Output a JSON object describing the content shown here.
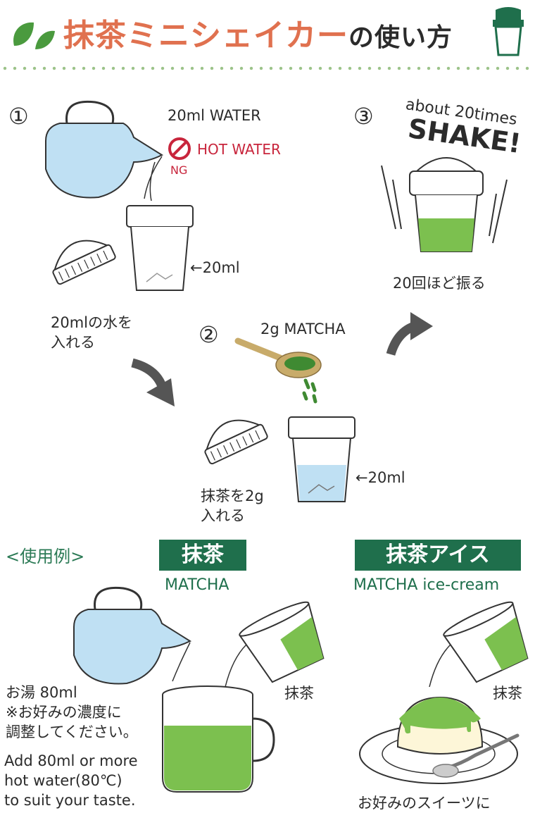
{
  "title": {
    "main": "抹茶ミニシェイカー",
    "sub": "の使い方"
  },
  "step1": {
    "num": "①",
    "water": "20ml WATER",
    "hot": "HOT WATER",
    "ng": "NG",
    "mark": "←20ml",
    "caption1": "20mlの水を",
    "caption2": "入れる"
  },
  "step2": {
    "num": "②",
    "label": "2g MATCHA",
    "mark": "←20ml",
    "caption1": "抹茶を2g",
    "caption2": "入れる"
  },
  "step3": {
    "num": "③",
    "about": "about 20times",
    "shake": "SHAKE!",
    "caption": "20回ほど振る"
  },
  "examples": {
    "heading": "<使用例>",
    "matcha": {
      "band": "抹茶",
      "en": "MATCHA",
      "glass_label": "抹茶",
      "note1": "お湯 80ml",
      "note2": "※お好みの濃度に",
      "note3": "調整してください。",
      "en1": "Add 80ml or more",
      "en2": "hot water(80℃)",
      "en3": "to suit your taste."
    },
    "ice": {
      "band": "抹茶アイス",
      "en": "MATCHA ice-cream",
      "glass_label": "抹茶",
      "caption": "お好みのスイーツに"
    }
  },
  "colors": {
    "green": "#1f6f4c",
    "matcha": "#7cc04f",
    "water": "#bfe0f3",
    "title": "#e0714f",
    "ng": "#c8253c"
  }
}
